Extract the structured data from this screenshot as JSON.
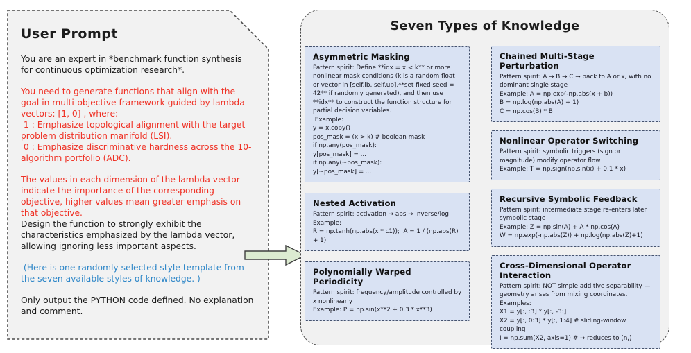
{
  "left_panel": {
    "title": "User Prompt",
    "paragraphs": [
      {
        "color": "black",
        "text": "You are an expert in *benchmark function synthesis for continuous optimization research*."
      },
      {
        "color": "red",
        "text": "You need to generate functions that align with the goal in multi-objective framework guided by lambda vectors: [1, 0] , where:\n 1 : Emphasize topological alignment with the target problem distribution manifold (LSI).\n 0 : Emphasize discriminative hardness across the 10-algorithm portfolio (ADC)."
      },
      {
        "color": "red",
        "text": "The values in each dimension of the lambda vector indicate the importance of the corresponding objective, higher values mean greater emphasis on that objective."
      },
      {
        "color": "black",
        "text": "Design the function to strongly exhibit the characteristics emphasized by the lambda vector, allowing ignoring less important aspects."
      },
      {
        "color": "blue",
        "text": " (Here is one randomly selected style template from the seven available styles of knowledge. )"
      },
      {
        "color": "black",
        "text": "Only output the PYTHON code defined. No explanation and comment."
      }
    ]
  },
  "arrow": {
    "name": "style-template-arrow",
    "direction": "right",
    "fill": "#dcebd1",
    "stroke": "#3f3f3f"
  },
  "right_panel": {
    "title": "Seven Types of Knowledge",
    "boxes": [
      {
        "title": "Asymmetric Masking",
        "body": "Pattern spirit: Define **idx = x < k** or more nonlinear mask conditions (k is a random float or vector in [self.lb, self.ub],**set fixed seed = 42** if randomly generated), and then use **idx** to construct the function structure for partial decision variables.\n Example:\ny = x.copy()\npos_mask = (x > k) # boolean mask\nif np.any(pos_mask):\ny[pos_mask] = ...\nif np.any(~pos_mask):\ny[~pos_mask] = ..."
      },
      {
        "title": "Nested Activation",
        "body": "Pattern spirit: activation → abs → inverse/log\nExample:\nR = np.tanh(np.abs(x * c1));  A = 1 / (np.abs(R) + 1)"
      },
      {
        "title": "Polynomially Warped Periodicity",
        "body": "Pattern spirit: frequency/amplitude controlled by x nonlinearly\nExample: P = np.sin(x**2 + 0.3 * x**3)"
      },
      {
        "title": "Chained Multi-Stage Perturbation",
        "body": "Pattern spirit: A → B → C → back to A or x, with no dominant single stage\nExample: A = np.exp(-np.abs(x + b))\nB = np.log(np.abs(A) + 1)\nC = np.cos(B) * B"
      },
      {
        "title": "Nonlinear Operator Switching",
        "body": "Pattern spirit: symbolic triggers (sign or magnitude) modify operator flow\nExample: T = np.sign(np.sin(x) + 0.1 * x)"
      },
      {
        "title": "Recursive Symbolic Feedback",
        "body": "Pattern spirit: intermediate stage re-enters later symbolic stage\nExample: Z = np.sin(A) + A * np.cos(A)\nW = np.exp(-np.abs(Z)) + np.log(np.abs(Z)+1)"
      },
      {
        "title": "Cross-Dimensional Operator Interaction",
        "body": "Pattern spirit: NOT simple additive separability — geometry arises from mixing coordinates.\nExamples:\nX1 = y[:, :3] * y[:, -3:]\nX2 = y[:, 0:3] * y[:, 1:4] # sliding-window coupling\nI = np.sum(X2, axis=1) # → reduces to (n,)"
      }
    ]
  },
  "colors": {
    "panel_bg": "#f1f1f1",
    "panel_border": "#4a4a4a",
    "box_bg": "#d9e2f3",
    "box_border": "#46536e",
    "text_red": "#ef3125",
    "text_blue": "#2f87c8",
    "arrow_fill": "#dcebd1"
  }
}
